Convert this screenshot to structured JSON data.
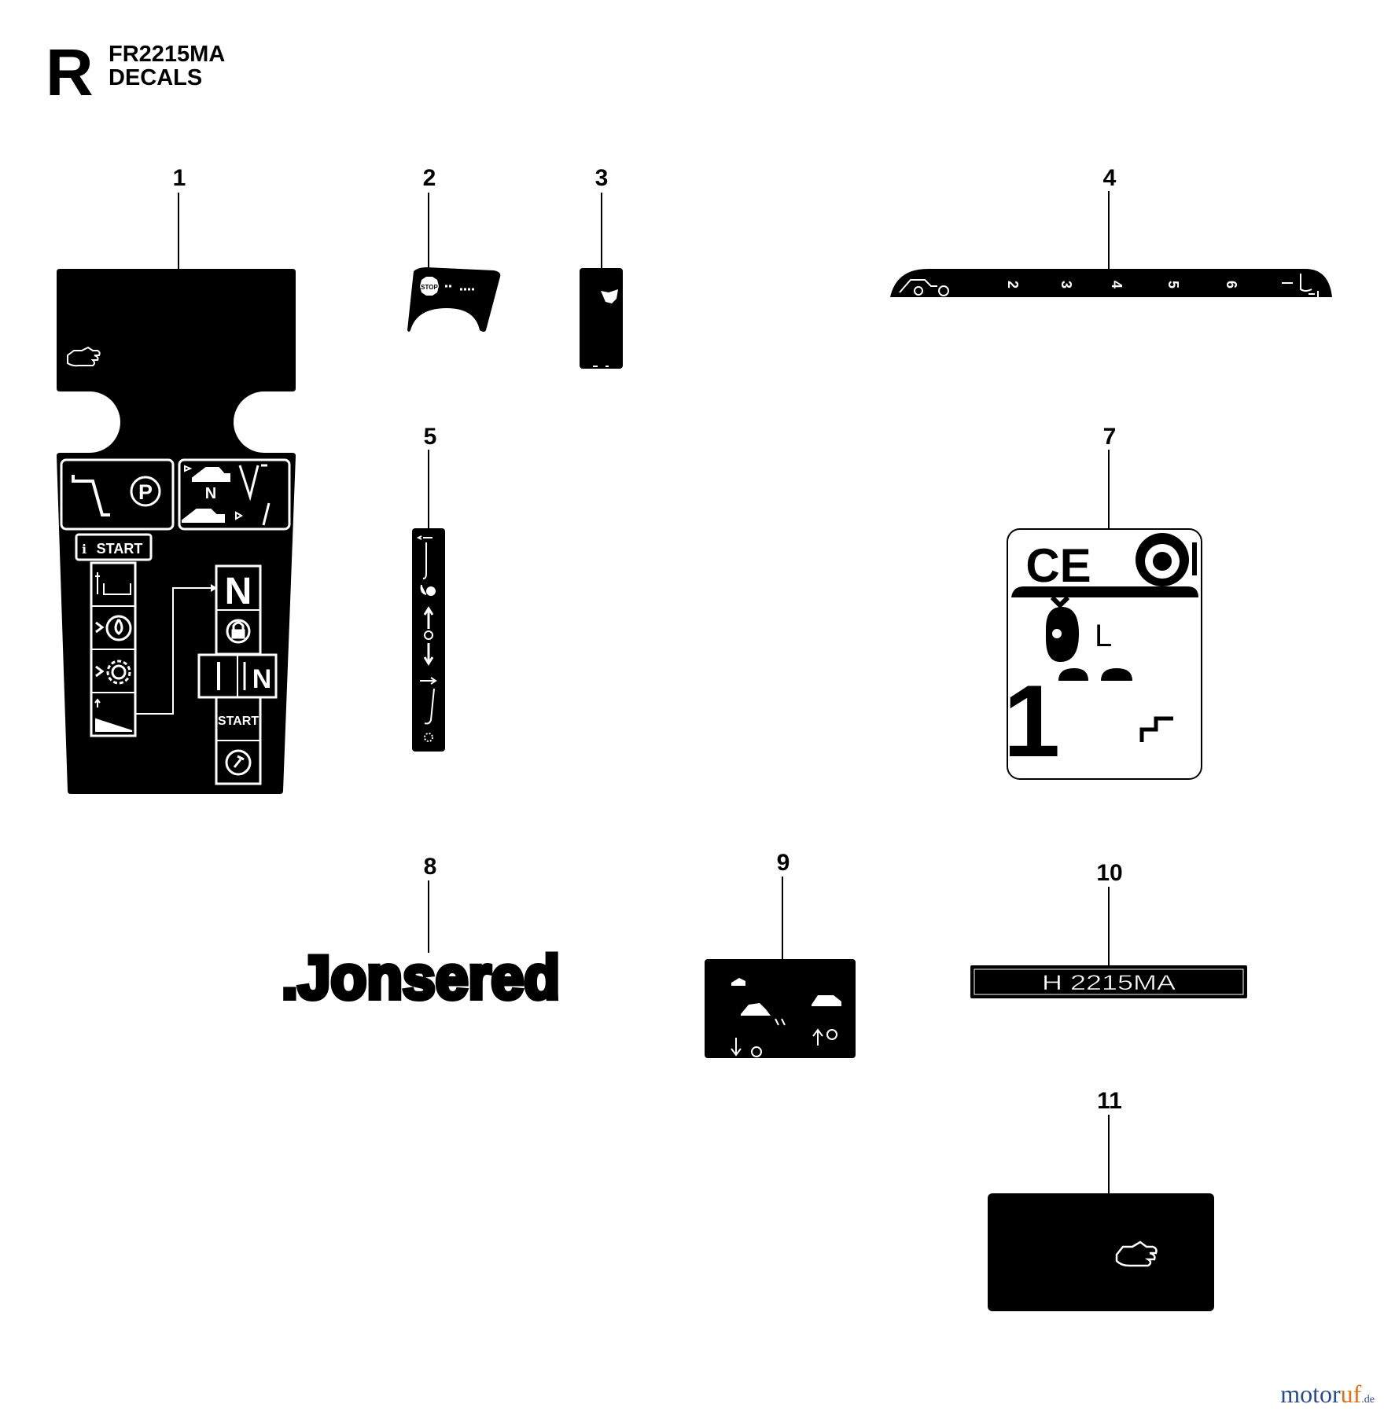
{
  "header": {
    "section_letter": "R",
    "model": "FR2215MA",
    "subtitle": "DECALS"
  },
  "callouts": [
    "1",
    "2",
    "3",
    "4",
    "5",
    "7",
    "8",
    "9",
    "10",
    "11"
  ],
  "decal1": {
    "start_label": "START",
    "neutral": "N",
    "neutral_small": "N",
    "neutral_large": "N",
    "start_label_2": "START",
    "park": "P"
  },
  "decal2": {
    "stop": "STOP"
  },
  "decal4": {
    "scale": [
      "2",
      "3",
      "4",
      "5",
      "6"
    ]
  },
  "decal7": {
    "ce": "CE",
    "line_text": "L",
    "big_number": "1"
  },
  "decal8": {
    "brand": ".Jonsered"
  },
  "decal10": {
    "model": "H 2215MA"
  },
  "watermark": {
    "main": "motor",
    "accent": "uf",
    "tld": ".de"
  }
}
